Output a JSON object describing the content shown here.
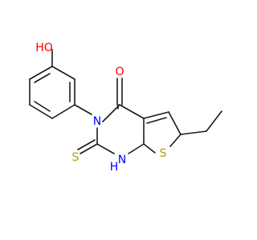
{
  "molecule": {
    "colors": {
      "bond": "#1a1a1a",
      "oxygen": "#ff0000",
      "nitrogen": "#0000ff",
      "sulfur": "#b3a000",
      "carbon": "#1a1a1a"
    },
    "labels": {
      "hydroxyl": "HO",
      "carbonyl_o": "O",
      "ring_n": "N",
      "nh": "H",
      "nh_n": "N",
      "thione_s": "S",
      "thiophene_s": "S"
    }
  }
}
